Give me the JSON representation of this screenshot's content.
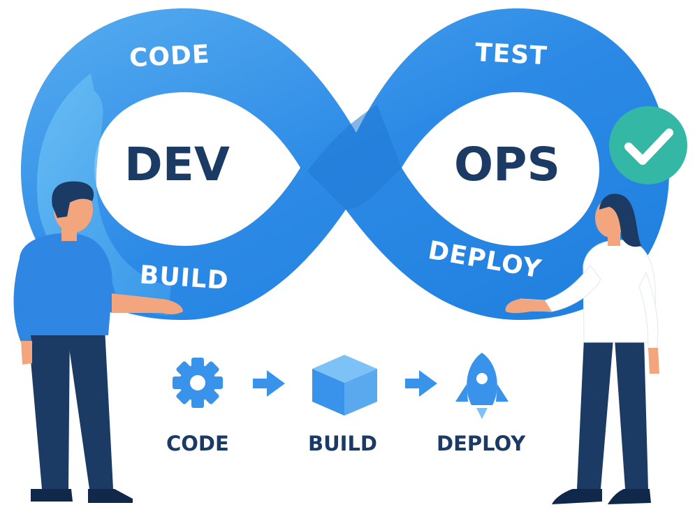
{
  "loop": {
    "left_center": "DEV",
    "right_center": "OPS",
    "stages": {
      "code": "CODE",
      "test": "TEST",
      "build": "BUILD",
      "deploy": "DEPLOY"
    }
  },
  "pipeline": {
    "steps": [
      {
        "label": "CODE",
        "icon": "gear-icon"
      },
      {
        "label": "BUILD",
        "icon": "box-icon"
      },
      {
        "label": "DEPLOY",
        "icon": "rocket-icon"
      }
    ]
  },
  "badge": {
    "icon": "check-icon",
    "color": "#35b7a6"
  },
  "colors": {
    "loop_blue": "#2b8ae6",
    "loop_light": "#5fb7f2",
    "navy": "#1b3b64",
    "icon_blue": "#3a93ea",
    "skin": "#f3a57d"
  }
}
